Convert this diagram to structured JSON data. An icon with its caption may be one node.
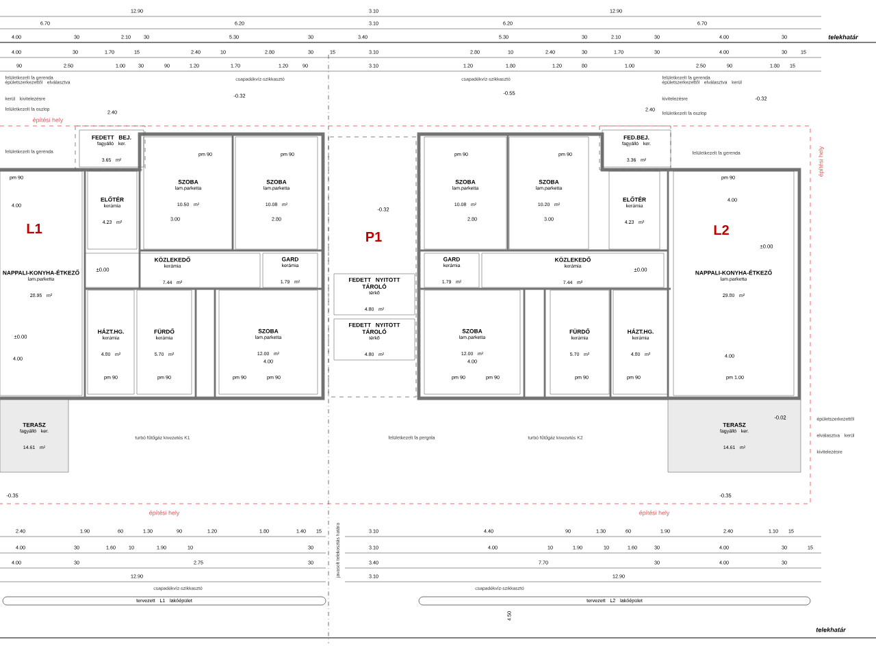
{
  "diagram": {
    "nodes": [
      {
        "text": [
          "FEDETT BEJ.",
          "fagyálló ker.",
          "3.65 m²"
        ]
      },
      {
        "text": [
          "ELŐTÉR",
          "kerámia",
          "4.23 m²"
        ]
      },
      {
        "text": [
          "SZOBA",
          "lam.parketta",
          "10.50 m²"
        ]
      },
      {
        "text": [
          "SZOBA",
          "lam.parketta",
          "10.08 m²"
        ]
      },
      {
        "text": [
          "KÖZLEKEDŐ",
          "kerámia",
          "7.44 m²"
        ]
      },
      {
        "text": [
          "GARD",
          "kerámia",
          "1.79 m²"
        ]
      },
      {
        "text": [
          "NAPPALI-KONYHA-ÉTKEZŐ",
          "lam.parketta",
          "28.95 m²"
        ]
      },
      {
        "text": [
          "HÁZT.HG.",
          "kerámia",
          "4.80 m²"
        ]
      },
      {
        "text": [
          "FÜRDŐ",
          "kerámia",
          "5.70 m²"
        ]
      },
      {
        "text": [
          "SZOBA",
          "lam.parketta",
          "12.00 m²"
        ]
      },
      {
        "text": [
          "TERASZ",
          "fagyálló ker.",
          "14.61 m²"
        ]
      },
      {
        "text": [
          "FEDETT NYITOTT TÁROLÓ",
          "térkő",
          "4.80 m²"
        ]
      },
      {
        "text": [
          "FEDETT NYITOTT TÁROLÓ",
          "térkő",
          "4.80 m²"
        ]
      },
      {
        "text": [
          "SZOBA",
          "lam.parketta",
          "10.08 m²"
        ]
      },
      {
        "text": [
          "SZOBA",
          "lam.parketta",
          "10.20 m²"
        ]
      },
      {
        "text": [
          "FED.BEJ.",
          "fagyálló ker.",
          "3.36 m²"
        ]
      },
      {
        "text": [
          "ELŐTÉR",
          "kerámia",
          "4.23 m²"
        ]
      },
      {
        "text": [
          "GARD",
          "kerámia",
          "1.79 m²"
        ]
      },
      {
        "text": [
          "KÖZLEKEDŐ",
          "kerámia",
          "7.44 m²"
        ]
      },
      {
        "text": [
          "SZOBA",
          "lam.parketta",
          "12.00 m²"
        ]
      },
      {
        "text": [
          "FÜRDŐ",
          "kerámia",
          "5.70 m²"
        ]
      },
      {
        "text": [
          "HÁZT.HG.",
          "kerámia",
          "4.80 m²"
        ]
      },
      {
        "text": [
          "NAPPALI-KONYHA-ÉTKEZŐ",
          "lam.parketta",
          "29.80 m²"
        ]
      },
      {
        "text": [
          "TERASZ",
          "fagyálló ker.",
          "14.61 m²"
        ]
      },
      {
        "text": [
          "tervezett L1 lakóépület"
        ]
      },
      {
        "text": [
          "tervezett L2 lakóépület"
        ]
      }
    ],
    "labels": [
      "12.90",
      "3.10",
      "12.90",
      "6.70",
      "6.20",
      "3.10",
      "6.20",
      "6.70",
      "4.00",
      "30",
      "2.10",
      "30",
      "5.30",
      "30",
      "3.40",
      "5.30",
      "30",
      "2.10",
      "30",
      "4.00",
      "30",
      "4.00",
      "30",
      "1.70",
      "15",
      "2.40",
      "10",
      "2.80",
      "30",
      "15",
      "3.10",
      "2.80",
      "10",
      "2.40",
      "30",
      "1.70",
      "30",
      "4.00",
      "30",
      "15",
      "90",
      "2.50",
      "1.00",
      "30",
      "90",
      "1.20",
      "1.70",
      "1.20",
      "90",
      "3.10",
      "1.20",
      "1.80",
      "1.20",
      "80",
      "1.00",
      "2.50",
      "90",
      "1.80",
      "15",
      "felületkezelt fa gerenda",
      "épületszerkezettől elválasztva kerül kivitelezésre",
      "felületkezelt fa oszlop",
      "felületkezelt fa gerenda",
      "csapadékvíz-szikkasztó",
      "csapadékvíz-szikkasztó",
      "felületkezelt fa gerenda",
      "épületszerkezettől elválasztva kerül kivitelezésre",
      "felületkezelt fa oszlop",
      "felületkezelt fa gerenda",
      "építési hely",
      "építési hely",
      "telekhatár",
      "-0.32",
      "-0.55",
      "-0.32",
      "-0.32",
      "±0.00",
      "±0.00",
      "±0.00",
      "±0.00",
      "L1",
      "P1",
      "L2",
      "pm 90",
      "pm 90",
      "pm 90",
      "pm 90",
      "pm 90",
      "pm 90",
      "pm 90",
      "pm 90",
      "pm 90",
      "pm 90",
      "pm 90",
      "pm 90",
      "pm 90",
      "pm 90",
      "pm 1.00",
      "turbó fűtőgáz kivezetés K1",
      "felületkezelt fa pergola",
      "turbó fűtőgáz kivezetés K2",
      "épületszerkezettől elválasztva kerül kivitelezésre",
      "-0.02",
      "-0.35",
      "-0.35",
      "építési hely",
      "építési hely",
      "javasolt telekosztás határa",
      "2.40",
      "1.90",
      "60",
      "1.30",
      "90",
      "1.20",
      "1.80",
      "1.40",
      "15",
      "3.10",
      "4.40",
      "90",
      "1.30",
      "60",
      "1.90",
      "2.40",
      "1.10",
      "15",
      "4.00",
      "30",
      "1.60",
      "10",
      "1.90",
      "10",
      "30",
      "3.10",
      "4.00",
      "10",
      "1.90",
      "10",
      "1.60",
      "30",
      "4.00",
      "30",
      "15",
      "4.00",
      "30",
      "2.75",
      "30",
      "3.40",
      "7.70",
      "30",
      "4.00",
      "30",
      "12.90",
      "3.10",
      "12.90",
      "4.50",
      "csapadékvíz-szikkasztó",
      "csapadékvíz-szikkasztó",
      "telekhatár",
      "4.00",
      "3.00",
      "2.80",
      "2.40",
      "2.80",
      "3.00",
      "4.00",
      "2.40",
      "4.00",
      "4.00",
      "4.00",
      "4.00"
    ]
  }
}
